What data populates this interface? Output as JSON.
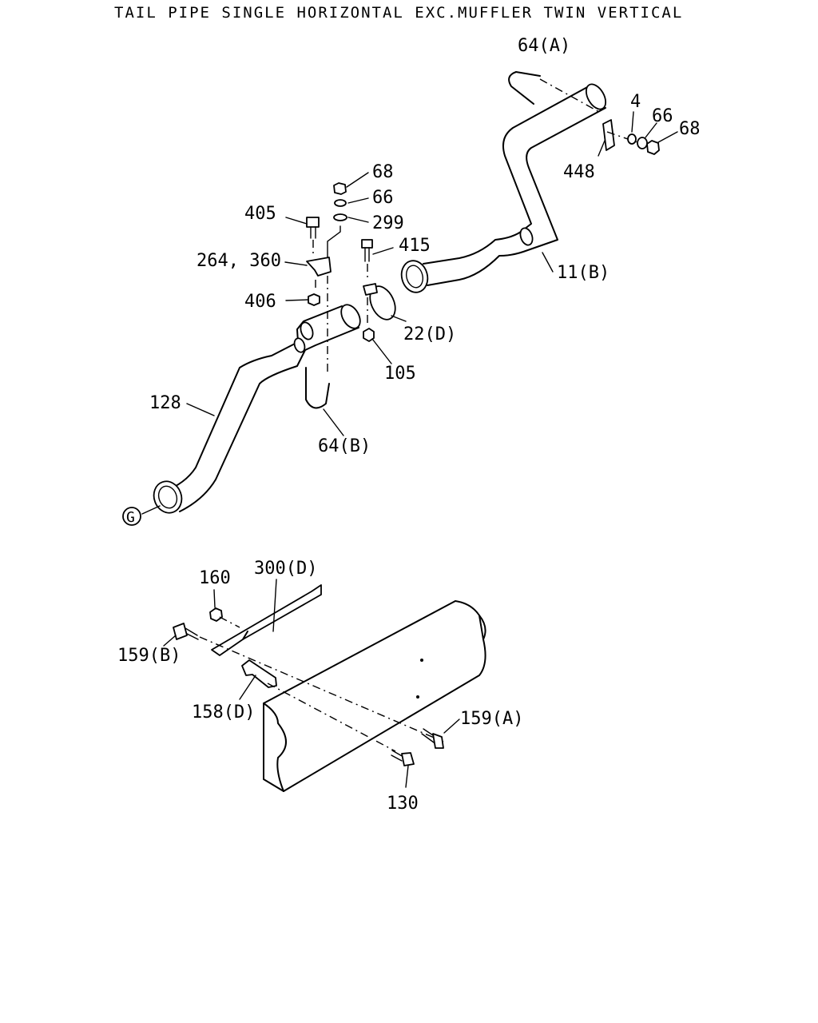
{
  "title": "TAIL PIPE SINGLE HORIZONTAL EXC.MUFFLER TWIN VERTICAL",
  "callouts": {
    "p64a": "64(A)",
    "p4": "4",
    "p66_right": "66",
    "p68_right": "68",
    "p448": "448",
    "p68_top": "68",
    "p66_top": "66",
    "p299": "299",
    "p405": "405",
    "p415": "415",
    "p264_360": "264, 360",
    "p406": "406",
    "p11b": "11(B)",
    "p22d": "22(D)",
    "p105": "105",
    "p128": "128",
    "p64b": "64(B)",
    "pG": "G",
    "p160": "160",
    "p300d": "300(D)",
    "p159b": "159(B)",
    "p158d": "158(D)",
    "p159a": "159(A)",
    "p130": "130"
  }
}
